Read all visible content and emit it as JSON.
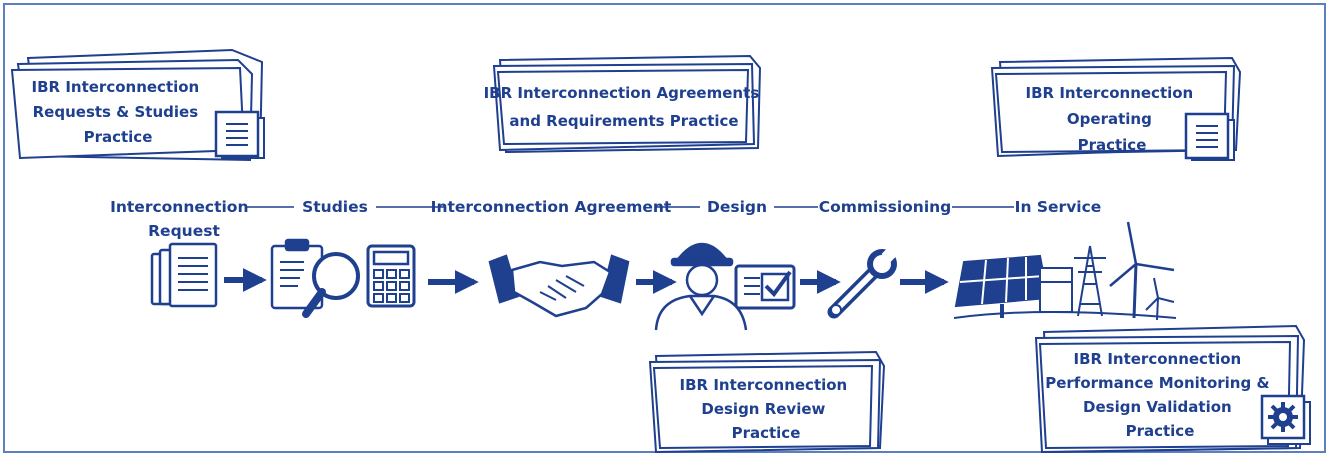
{
  "diagram": {
    "practices": [
      {
        "id": "requests",
        "lines": [
          "IBR Interconnection",
          "Requests & Studies",
          "Practice"
        ]
      },
      {
        "id": "agreements",
        "lines": [
          "IBR Interconnection Agreements",
          "and Requirements Practice"
        ]
      },
      {
        "id": "operating",
        "lines": [
          "IBR Interconnection",
          "Operating",
          "Practice"
        ]
      },
      {
        "id": "design-review",
        "lines": [
          "IBR Interconnection",
          "Design Review",
          "Practice"
        ]
      },
      {
        "id": "performance",
        "lines": [
          "IBR Interconnection",
          "Performance Monitoring &",
          "Design Validation",
          "Practice"
        ]
      }
    ],
    "stages": [
      {
        "id": "request",
        "lines": [
          "Interconnection",
          "Request"
        ]
      },
      {
        "id": "studies",
        "lines": [
          "Studies"
        ]
      },
      {
        "id": "agreement",
        "lines": [
          "Interconnection Agreement"
        ]
      },
      {
        "id": "design",
        "lines": [
          "Design"
        ]
      },
      {
        "id": "commissioning",
        "lines": [
          "Commissioning"
        ]
      },
      {
        "id": "in-service",
        "lines": [
          "In Service"
        ]
      }
    ],
    "icons": [
      "documents-icon",
      "clipboard-magnifier-calculator-icon",
      "handshake-icon",
      "engineer-checkmark-icon",
      "wrench-icon",
      "solar-wind-grid-icon"
    ],
    "colors": {
      "ink": "#1f3f8f",
      "frame": "#5b7fbf",
      "paper": "#ffffff"
    }
  }
}
